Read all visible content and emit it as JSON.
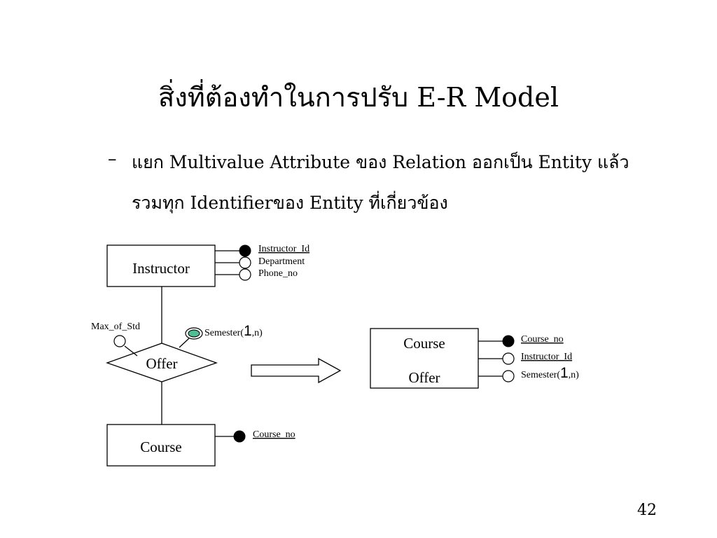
{
  "slide": {
    "title": "สิ่งที่ต้องทำในการปรับ E-R Model",
    "bullet_dash": "–",
    "bullet_line1": "แยก Multivalue Attribute ของ Relation ออกเป็น Entity แล้ว",
    "bullet_line2": "รวมทุก Identifierของ Entity ที่เกี่ยวข้อง",
    "page_number": "42"
  },
  "left_diagram": {
    "instructor": {
      "name": "Instructor",
      "attributes": [
        {
          "label": "Instructor_Id",
          "identifier": true
        },
        {
          "label": "Department",
          "identifier": false
        },
        {
          "label": "Phone_no",
          "identifier": false
        }
      ]
    },
    "relationship": {
      "name": "Offer",
      "attribute": {
        "label": "Max_of_Std"
      },
      "multivalued_attribute": {
        "prefix": "Semester(",
        "one": "1",
        "suffix": ",n)"
      }
    },
    "course": {
      "name": "Course",
      "attributes": [
        {
          "label": "Course_no",
          "identifier": true
        }
      ]
    }
  },
  "right_diagram": {
    "entity": {
      "name_line1": "Course",
      "name_line2": "Offer",
      "attributes": [
        {
          "label": "Course_no",
          "identifier": true
        },
        {
          "label": "Instructor_Id",
          "identifier": false
        },
        {
          "prefix": "Semester(",
          "one": "1",
          "suffix": ",n)",
          "identifier": false
        }
      ]
    }
  },
  "colors": {
    "multivalued_fill": "#4fbf93",
    "line": "#000000",
    "background": "#ffffff"
  }
}
